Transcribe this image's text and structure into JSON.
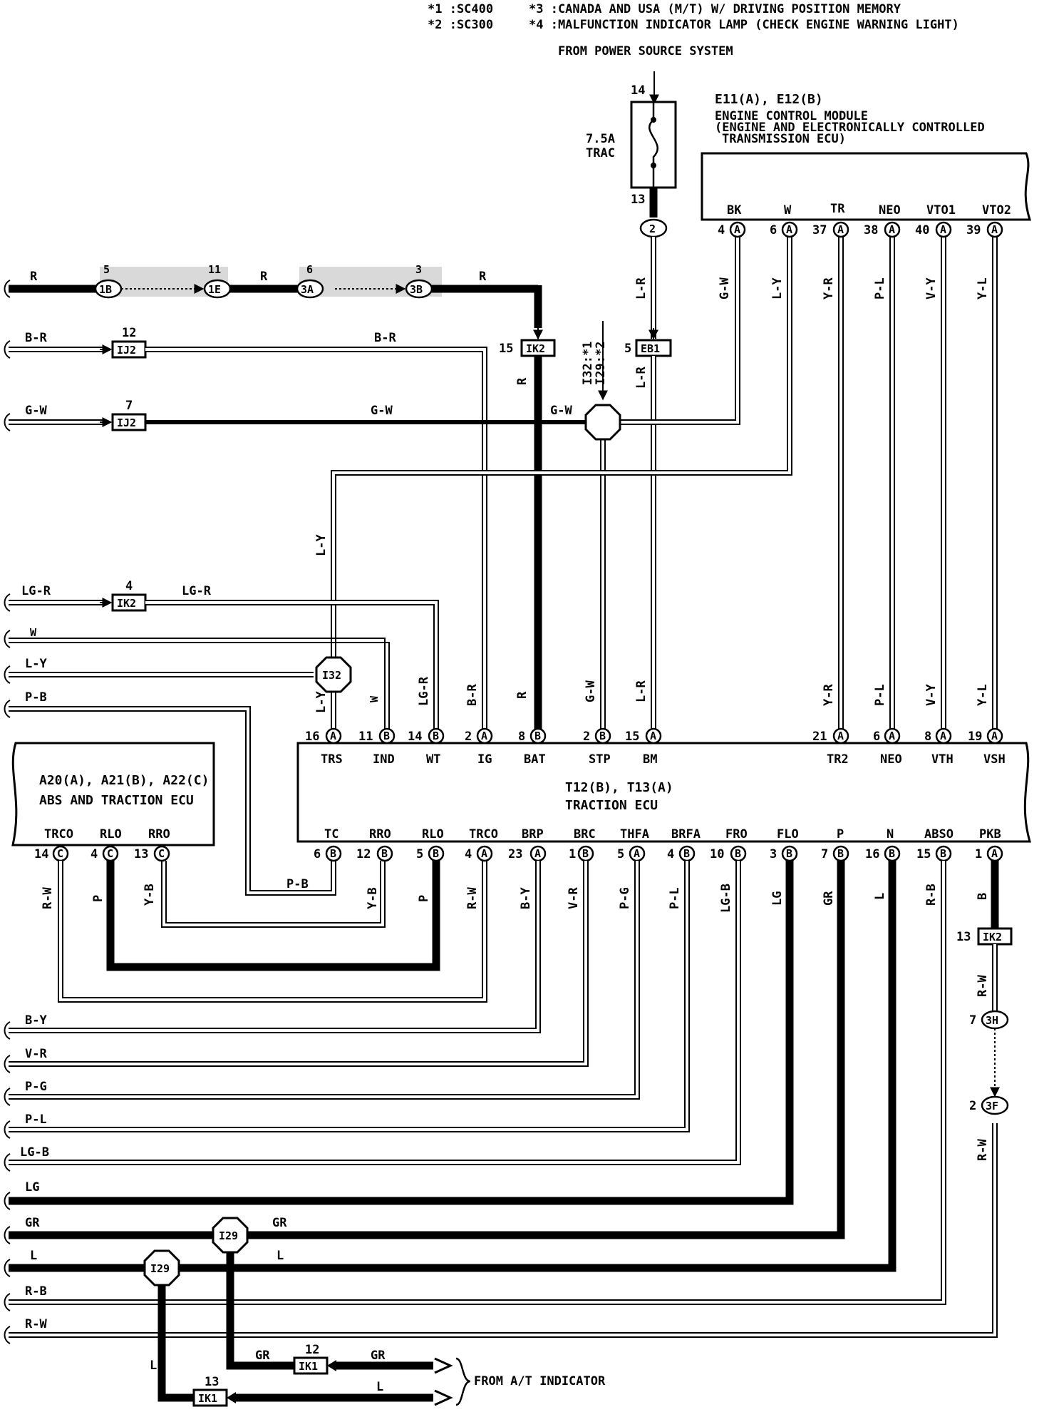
{
  "notes": {
    "n1": "*1 :SC400",
    "n2": "*2 :SC300",
    "n3": "*3 :CANADA AND USA (M/T) W/ DRIVING POSITION MEMORY",
    "n4": "*4 :MALFUNCTION INDICATOR LAMP (CHECK ENGINE WARNING LIGHT)"
  },
  "power": {
    "label": "FROM POWER SOURCE SYSTEM",
    "fuse_amp": "7.5A",
    "fuse_name": "TRAC",
    "pin_top": "14",
    "pin_bottom": "13",
    "junction": "2"
  },
  "ecm": {
    "connectors": "E11(A), E12(B)",
    "name1": "ENGINE CONTROL MODULE",
    "name2": "(ENGINE AND ELECTRONICALLY CONTROLLED",
    "name3": "TRANSMISSION ECU)",
    "pins": [
      {
        "name": "BK",
        "num": "4",
        "conn": "A",
        "wire": "G-W"
      },
      {
        "name": "W",
        "num": "6",
        "conn": "A",
        "wire": "L-Y"
      },
      {
        "name": "TR",
        "num": "37",
        "conn": "A",
        "wire": "Y-R"
      },
      {
        "name": "NEO",
        "num": "38",
        "conn": "A",
        "wire": "P-L"
      },
      {
        "name": "VTO1",
        "num": "40",
        "conn": "A",
        "wire": "V-Y"
      },
      {
        "name": "VTO2",
        "num": "39",
        "conn": "A",
        "wire": "Y-L"
      }
    ]
  },
  "traction_ecu": {
    "connectors": "T12(B), T13(A)",
    "name": "TRACTION ECU",
    "top_pins": [
      {
        "name": "TRS",
        "num": "16",
        "conn": "A",
        "wire": "L-Y"
      },
      {
        "name": "IND",
        "num": "11",
        "conn": "B",
        "wire": "W"
      },
      {
        "name": "WT",
        "num": "14",
        "conn": "B",
        "wire": "LG-R"
      },
      {
        "name": "IG",
        "num": "2",
        "conn": "A",
        "wire": "B-R"
      },
      {
        "name": "BAT",
        "num": "8",
        "conn": "B",
        "wire": "R"
      },
      {
        "name": "STP",
        "num": "2",
        "conn": "B",
        "wire": "G-W"
      },
      {
        "name": "BM",
        "num": "15",
        "conn": "A",
        "wire": "L-R"
      },
      {
        "name": "TR2",
        "num": "21",
        "conn": "A",
        "wire": "Y-R"
      },
      {
        "name": "NEO",
        "num": "6",
        "conn": "A",
        "wire": "P-L"
      },
      {
        "name": "VTH",
        "num": "8",
        "conn": "A",
        "wire": "V-Y"
      },
      {
        "name": "VSH",
        "num": "19",
        "conn": "A",
        "wire": "Y-L"
      }
    ],
    "bottom_pins": [
      {
        "name": "TC",
        "num": "6",
        "conn": "B",
        "wire": "P-B"
      },
      {
        "name": "RRO",
        "num": "12",
        "conn": "B",
        "wire": "Y-B"
      },
      {
        "name": "RLO",
        "num": "5",
        "conn": "B",
        "wire": "P"
      },
      {
        "name": "TRCO",
        "num": "4",
        "conn": "A",
        "wire": "R-W"
      },
      {
        "name": "BRP",
        "num": "23",
        "conn": "A",
        "wire": "B-Y"
      },
      {
        "name": "BRC",
        "num": "1",
        "conn": "B",
        "wire": "V-R"
      },
      {
        "name": "THFA",
        "num": "5",
        "conn": "A",
        "wire": "P-G"
      },
      {
        "name": "BRFA",
        "num": "4",
        "conn": "B",
        "wire": "P-L"
      },
      {
        "name": "FRO",
        "num": "10",
        "conn": "B",
        "wire": "LG-B"
      },
      {
        "name": "FLO",
        "num": "3",
        "conn": "B",
        "wire": "LG"
      },
      {
        "name": "P",
        "num": "7",
        "conn": "B",
        "wire": "GR"
      },
      {
        "name": "N",
        "num": "16",
        "conn": "B",
        "wire": "L"
      },
      {
        "name": "ABSO",
        "num": "15",
        "conn": "B",
        "wire": "R-B"
      },
      {
        "name": "PKB",
        "num": "1",
        "conn": "A",
        "wire": "B"
      }
    ]
  },
  "abs_ecu": {
    "connectors": "A20(A), A21(B), A22(C)",
    "name": "ABS AND TRACTION ECU",
    "pins": [
      {
        "name": "TRCO",
        "num": "14",
        "conn": "C",
        "wire": "R-W"
      },
      {
        "name": "RLO",
        "num": "4",
        "conn": "C",
        "wire": "P"
      },
      {
        "name": "RRO",
        "num": "13",
        "conn": "C",
        "wire": "Y-B"
      }
    ]
  },
  "left_wires": {
    "r": "R",
    "br": "B-R",
    "gw": "G-W",
    "lgr": "LG-R",
    "w": "W",
    "ly": "L-Y",
    "pb": "P-B",
    "by": "B-Y",
    "vr": "V-R",
    "pg": "P-G",
    "pl": "P-L",
    "lgb": "LG-B",
    "lg": "LG",
    "gr": "GR",
    "l": "L",
    "rb": "R-B",
    "rw": "R-W"
  },
  "connectors": {
    "c1b": "1B",
    "c1b_n": "5",
    "c1e": "1E",
    "c1e_n": "11",
    "c3a": "3A",
    "c3a_n": "6",
    "c3b": "3B",
    "c3b_n": "3",
    "ik2_top": "IK2",
    "ik2_top_n": "15",
    "eb1": "EB1",
    "eb1_n": "5",
    "ij2_a": "IJ2",
    "ij2_a_n": "12",
    "ij2_b": "IJ2",
    "ij2_b_n": "7",
    "ik2_mid": "IK2",
    "ik2_mid_n": "4",
    "i32": "I32",
    "i29_a": "I29",
    "i29_b": "I29",
    "i32_note1": "I32:*1",
    "i29_note2": "I29:*2",
    "ik2_r": "IK2",
    "ik2_r_n": "13",
    "c3h": "3H",
    "c3h_n": "7",
    "c3f": "3F",
    "c3f_n": "2",
    "ik1_a": "IK1",
    "ik1_a_n": "12",
    "ik1_b": "IK1",
    "ik1_b_n": "13"
  },
  "at_indicator": "FROM A/T INDICATOR"
}
